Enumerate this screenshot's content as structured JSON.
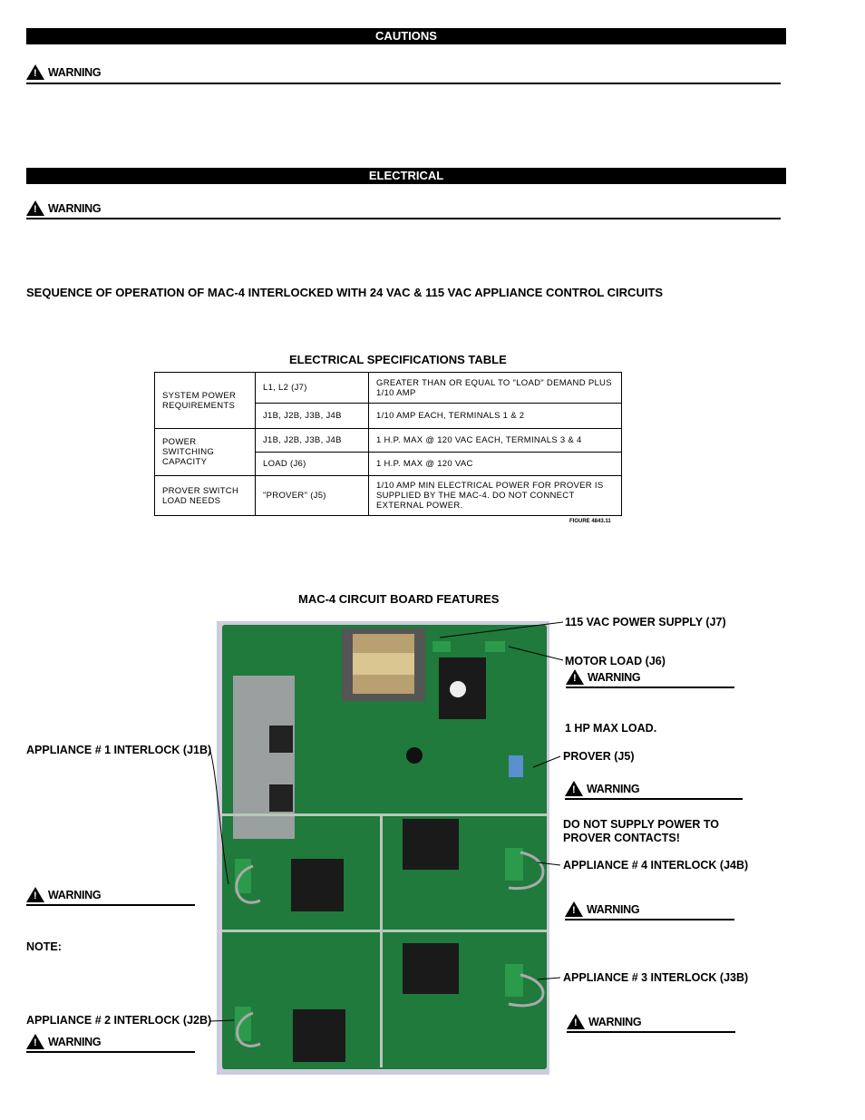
{
  "sections": {
    "cautions": "CAUTIONS",
    "electrical": "ELECTRICAL"
  },
  "warning_label": "WARNING",
  "warning_glyph": "!",
  "sequence_heading": "SEQUENCE OF OPERATION OF MAC-4 INTERLOCKED WITH 24 VAC & 115 VAC APPLIANCE CONTROL CIRCUITS",
  "spec_table": {
    "title": "ELECTRICAL SPECIFICATIONS TABLE",
    "rows": [
      {
        "group": "SYSTEM POWER REQUIREMENTS",
        "item": "L1, L2 (J7)",
        "value": "GREATER THAN OR EQUAL TO \"LOAD\" DEMAND PLUS 1/10 AMP"
      },
      {
        "group": "",
        "item": "J1B, J2B, J3B, J4B",
        "value": "1/10 AMP EACH, TERMINALS 1 & 2"
      },
      {
        "group": "POWER SWITCHING CAPACITY",
        "item": "J1B, J2B, J3B, J4B",
        "value": "1 H.P. MAX @ 120 VAC EACH, TERMINALS 3 & 4"
      },
      {
        "group": "",
        "item": "LOAD (J6)",
        "value": "1 H.P. MAX @ 120 VAC"
      },
      {
        "group": "PROVER SWITCH LOAD NEEDS",
        "item": "\"PROVER\" (J5)",
        "value": "1/10 AMP MIN ELECTRICAL POWER FOR PROVER IS SUPPLIED BY THE MAC-4. DO NOT CONNECT EXTERNAL POWER."
      }
    ],
    "figure_id": "FIGURE 4843.11"
  },
  "board": {
    "title": "MAC-4 CIRCUIT BOARD FEATURES",
    "labels": {
      "j7": "115 VAC POWER SUPPLY (J7)",
      "j6": "MOTOR LOAD (J6)",
      "j6_note": "1 HP MAX LOAD.",
      "j5": "PROVER (J5)",
      "j5_note": "DO NOT SUPPLY POWER TO PROVER CONTACTS!",
      "j4b": "APPLIANCE # 4 INTERLOCK (J4B)",
      "j3b": "APPLIANCE # 3 INTERLOCK (J3B)",
      "j1b": "APPLIANCE # 1 INTERLOCK (J1B)",
      "j2b": "APPLIANCE # 2 INTERLOCK (J2B)",
      "note": "NOTE:"
    }
  },
  "colors": {
    "pcb": "#1f7a3c",
    "pcb_dark": "#145a2a",
    "trace": "#4caf50",
    "relay": "#1a1a1a",
    "transformer": "#b8a070",
    "heatsink": "#9aa0a0"
  }
}
